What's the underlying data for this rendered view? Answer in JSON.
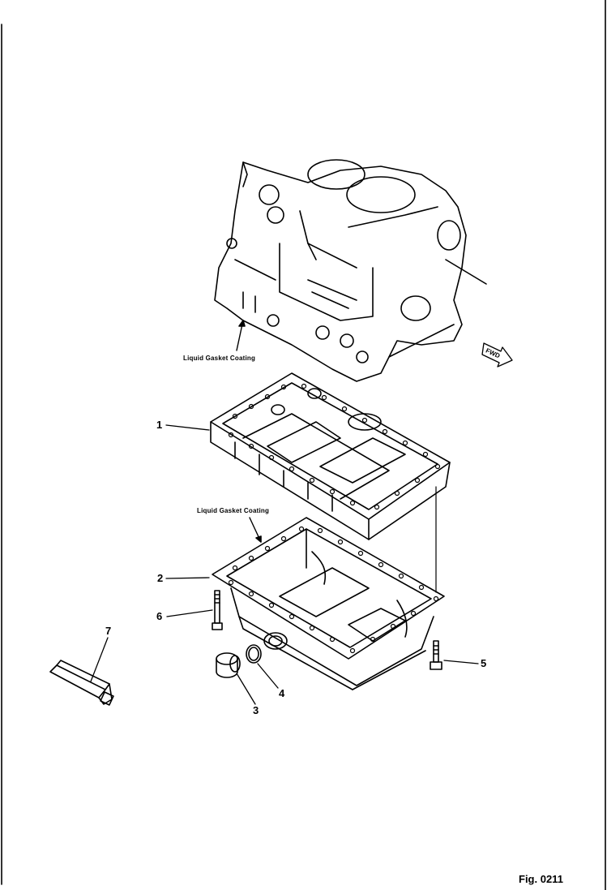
{
  "notes": {
    "block_coating": "Liquid Gasket Coating",
    "pan_coating": "Liquid Gasket Coating"
  },
  "fwd": "FWD",
  "parts": [
    {
      "number": "1",
      "name": "oil-pan-upper"
    },
    {
      "number": "2",
      "name": "oil-pan-lower"
    },
    {
      "number": "3",
      "name": "drain-plug"
    },
    {
      "number": "4",
      "name": "o-ring"
    },
    {
      "number": "5",
      "name": "bolt"
    },
    {
      "number": "6",
      "name": "bolt"
    },
    {
      "number": "7",
      "name": "gasket-tube"
    }
  ],
  "figure": "Fig. 0211",
  "colors": {
    "ink": "#000000",
    "paper": "#ffffff"
  }
}
